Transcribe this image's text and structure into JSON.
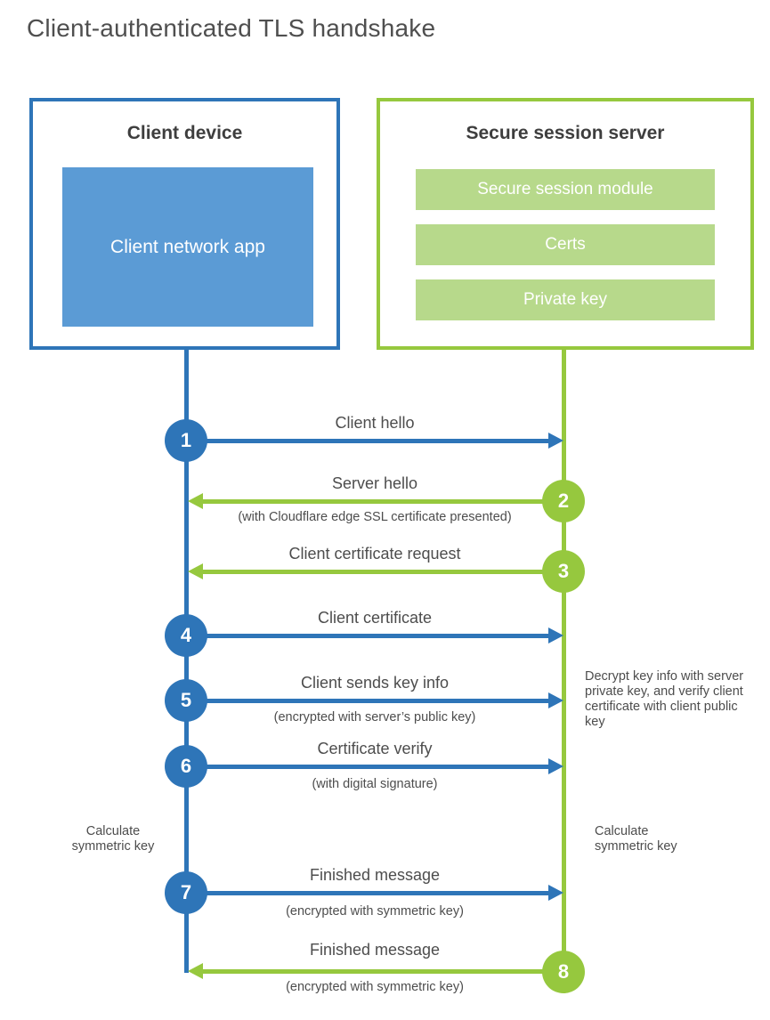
{
  "title": "Client-authenticated TLS handshake",
  "colors": {
    "blue": "#2e75b8",
    "blue_light": "#5b9bd5",
    "green": "#96c83e",
    "green_light": "#b7d98b",
    "text": "#4d4d4d"
  },
  "client_box": {
    "title": "Client device",
    "app_label": "Client network app"
  },
  "server_box": {
    "title": "Secure session server",
    "modules": [
      "Secure session module",
      "Certs",
      "Private key"
    ]
  },
  "steps": [
    {
      "num": "1",
      "label": "Client hello",
      "sub": "",
      "direction": "right",
      "color": "blue"
    },
    {
      "num": "2",
      "label": "Server hello",
      "sub": "(with Cloudflare edge SSL certificate presented)",
      "direction": "left",
      "color": "green"
    },
    {
      "num": "3",
      "label": "Client certificate request",
      "sub": "",
      "direction": "left",
      "color": "green"
    },
    {
      "num": "4",
      "label": "Client certificate",
      "sub": "",
      "direction": "right",
      "color": "blue"
    },
    {
      "num": "5",
      "label": "Client sends key info",
      "sub": "(encrypted with server’s public key)",
      "direction": "right",
      "color": "blue"
    },
    {
      "num": "6",
      "label": "Certificate verify",
      "sub": "(with digital signature)",
      "direction": "right",
      "color": "blue"
    },
    {
      "num": "7",
      "label": "Finished message",
      "sub": "(encrypted with symmetric key)",
      "direction": "right",
      "color": "blue"
    },
    {
      "num": "8",
      "label": "Finished message",
      "sub": "(encrypted with symmetric key)",
      "direction": "left",
      "color": "green"
    }
  ],
  "notes": {
    "decrypt": "Decrypt key info with server private key, and verify client certificate with client public key",
    "calc_left": "Calculate symmetric key",
    "calc_right": "Calculate symmetric key"
  }
}
